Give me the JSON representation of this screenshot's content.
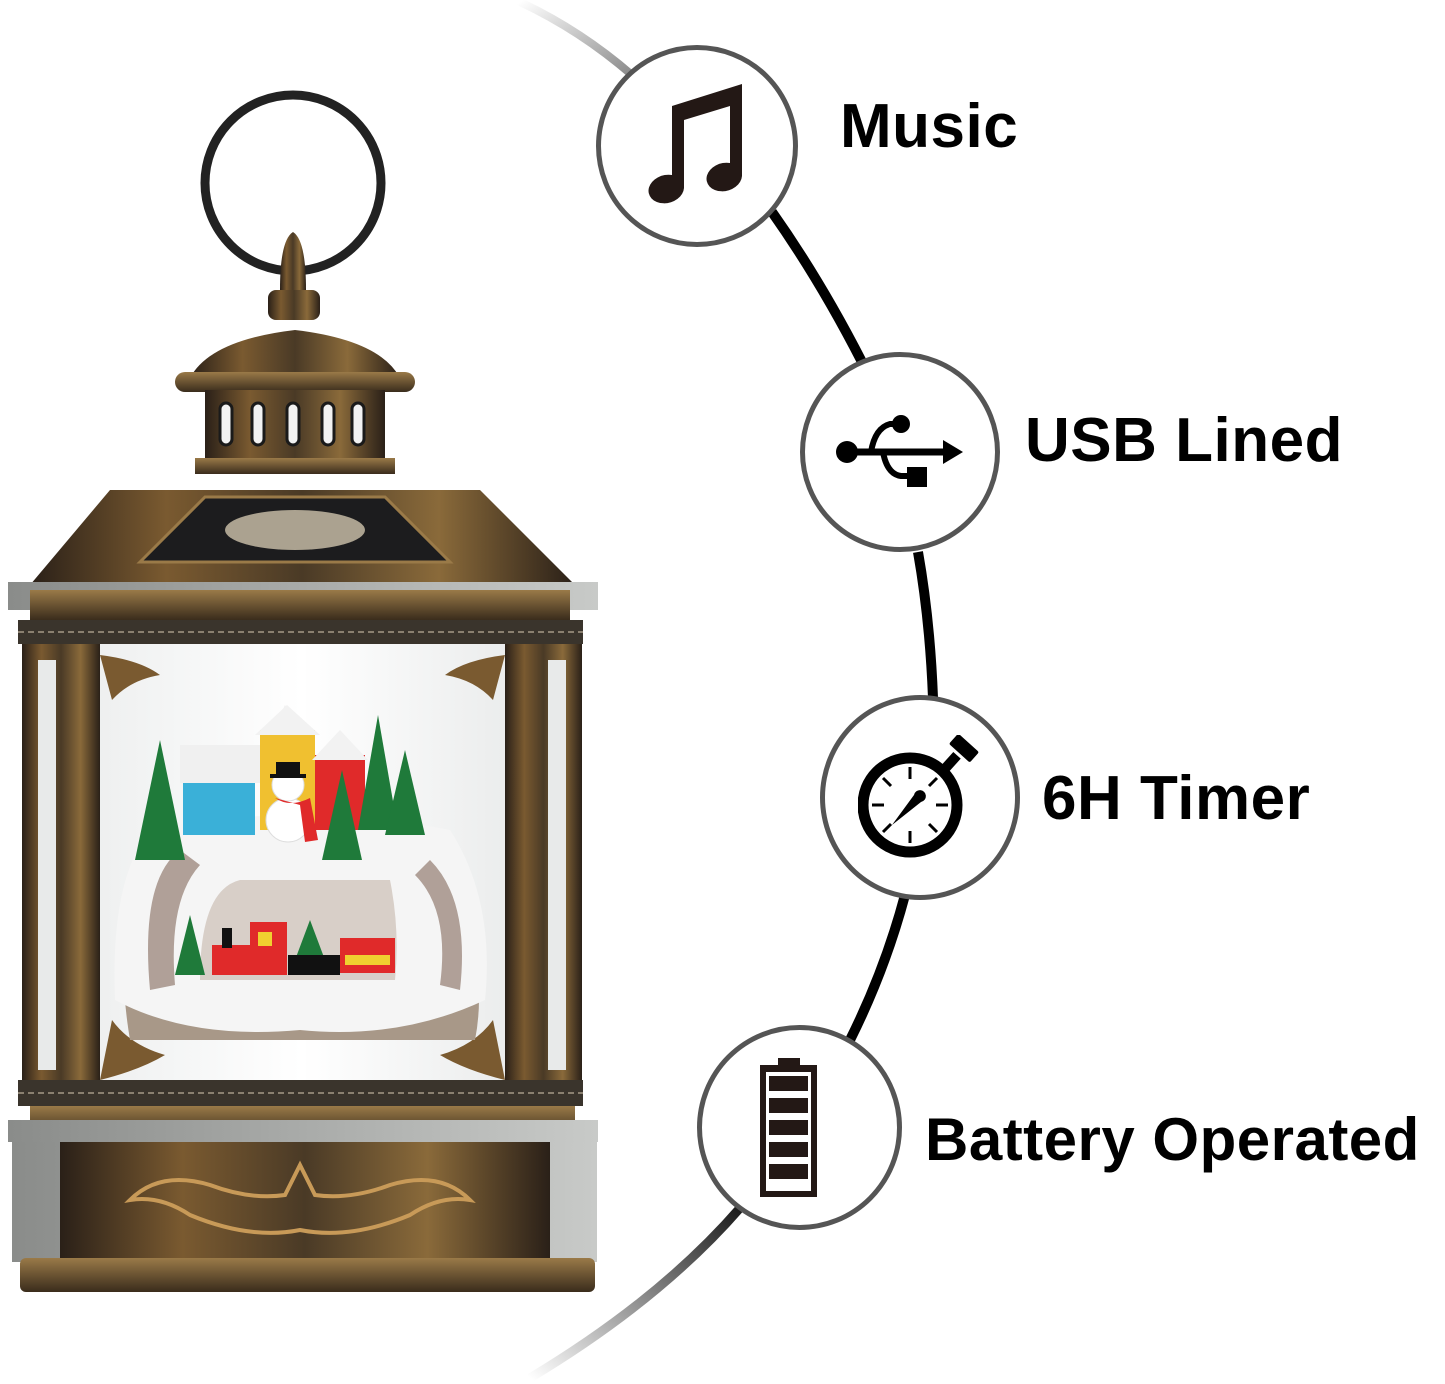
{
  "product": {
    "name": "Christmas snow globe lantern",
    "scene": "Snowy village with colored houses, snowman, pine trees and red train"
  },
  "features": [
    {
      "label": "Music",
      "icon": "music-note-icon"
    },
    {
      "label": "USB Lined",
      "icon": "usb-icon"
    },
    {
      "label": "6H Timer",
      "icon": "stopwatch-icon"
    },
    {
      "label": "Battery Operated",
      "icon": "battery-icon"
    }
  ],
  "colors": {
    "background": "#ffffff",
    "circle_border": "#555555",
    "connector": "#000000",
    "icon": "#231815",
    "label_text": "#000000",
    "lantern_bronze": "#8a6a3a",
    "lantern_dark": "#1e1a16"
  }
}
